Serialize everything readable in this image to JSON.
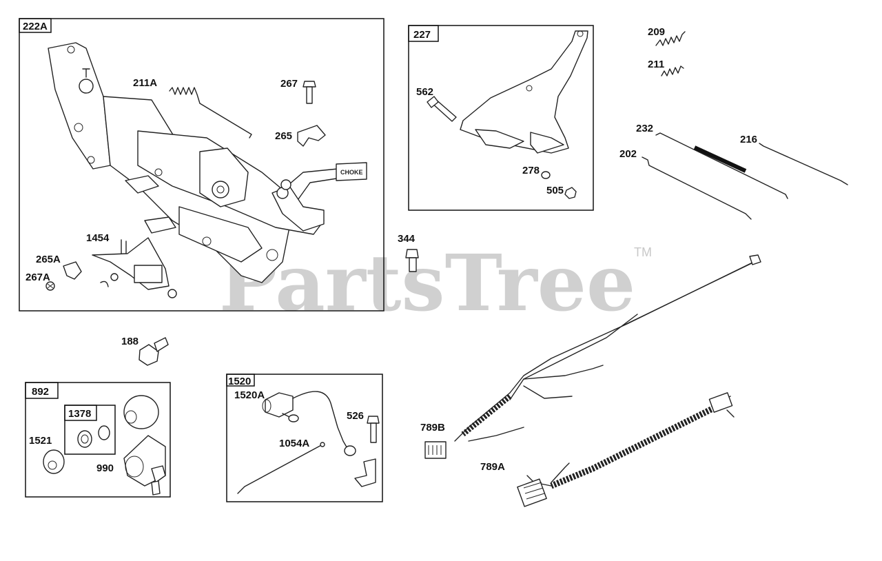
{
  "watermark": {
    "text": "PartsTree",
    "trademark": "TM"
  },
  "boxes": {
    "b222A": "222A",
    "b227": "227",
    "b892": "892",
    "b1378": "1378",
    "b1520": "1520"
  },
  "labels": {
    "l211A": "211A",
    "l267": "267",
    "l265": "265",
    "l1454": "1454",
    "l265A": "265A",
    "l267A": "267A",
    "l562": "562",
    "l278": "278",
    "l505": "505",
    "l209": "209",
    "l211": "211",
    "l232": "232",
    "l202": "202",
    "l216": "216",
    "l344": "344",
    "l188": "188",
    "l1521": "1521",
    "l990": "990",
    "l1520A": "1520A",
    "l526": "526",
    "l1054A": "1054A",
    "l789B": "789B",
    "l789A": "789A"
  },
  "choke_plate_text": "CHOKE"
}
